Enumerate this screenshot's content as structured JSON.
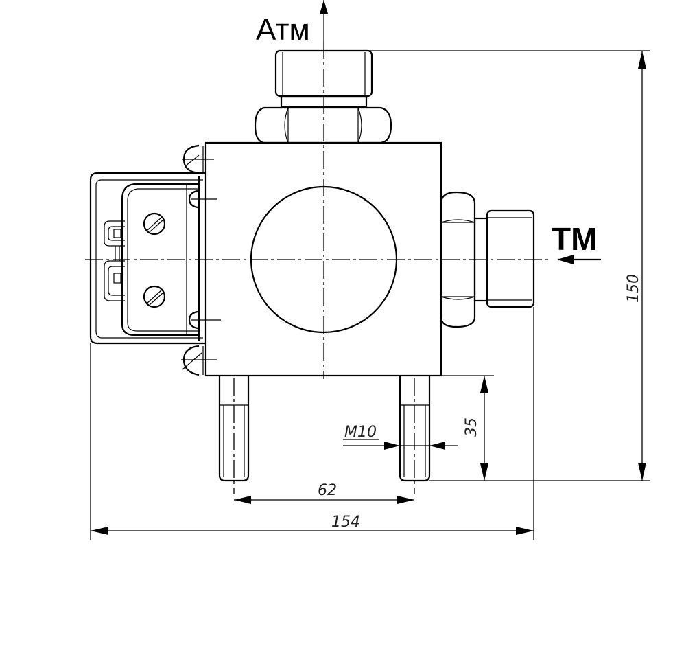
{
  "labels": {
    "atm": "Атм",
    "tm": "ТМ"
  },
  "dimensions": {
    "height": "150",
    "width": "154",
    "spacing": "62",
    "stud_length": "35",
    "thread": "M10"
  },
  "colors": {
    "line": "#000000",
    "background": "#ffffff"
  }
}
